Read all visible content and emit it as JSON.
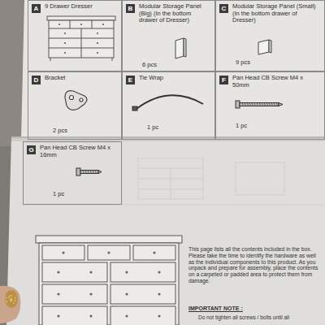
{
  "diagram": {
    "nodes": [
      {
        "text": [
          "9 Drawer Dresser"
        ]
      },
      {
        "text": [
          "A"
        ],
        "in": 0
      },
      {
        "text": [
          "Modular Storage Panel (Big) (In the bottom drawer of Dresser)",
          "6 pcs"
        ]
      },
      {
        "text": [
          "B"
        ],
        "in": 2
      },
      {
        "text": [
          "Modular Storage Panel (Small) (In the bottom drawer of Dresser)",
          "9 pcs"
        ]
      },
      {
        "text": [
          "C"
        ],
        "in": 4
      },
      {
        "text": [
          "Bracket",
          "2 pcs"
        ]
      },
      {
        "text": [
          "D"
        ],
        "in": 6
      },
      {
        "text": [
          "Tie Wrap",
          "1 pc"
        ]
      },
      {
        "text": [
          "E"
        ],
        "in": 8
      },
      {
        "text": [
          "Pan Head CB Screw M4 x 50mm",
          "1 pc"
        ]
      },
      {
        "text": [
          "F"
        ],
        "in": 10
      },
      {
        "text": [
          "Pan Head CB Screw M4 x 16mm",
          "1 pc"
        ]
      },
      {
        "text": [
          "G"
        ],
        "in": 12
      }
    ],
    "labels": [
      "This page lists all the contents included in the box. Please take the time to identify the hardware as well as the individual components to this product. As you unpack and prepare for assembly, place the contents on a carpeted or padded area to protect them from damage.",
      "IMPORTANT NOTE :",
      "Do not tighten all screws / bolts until all"
    ]
  }
}
